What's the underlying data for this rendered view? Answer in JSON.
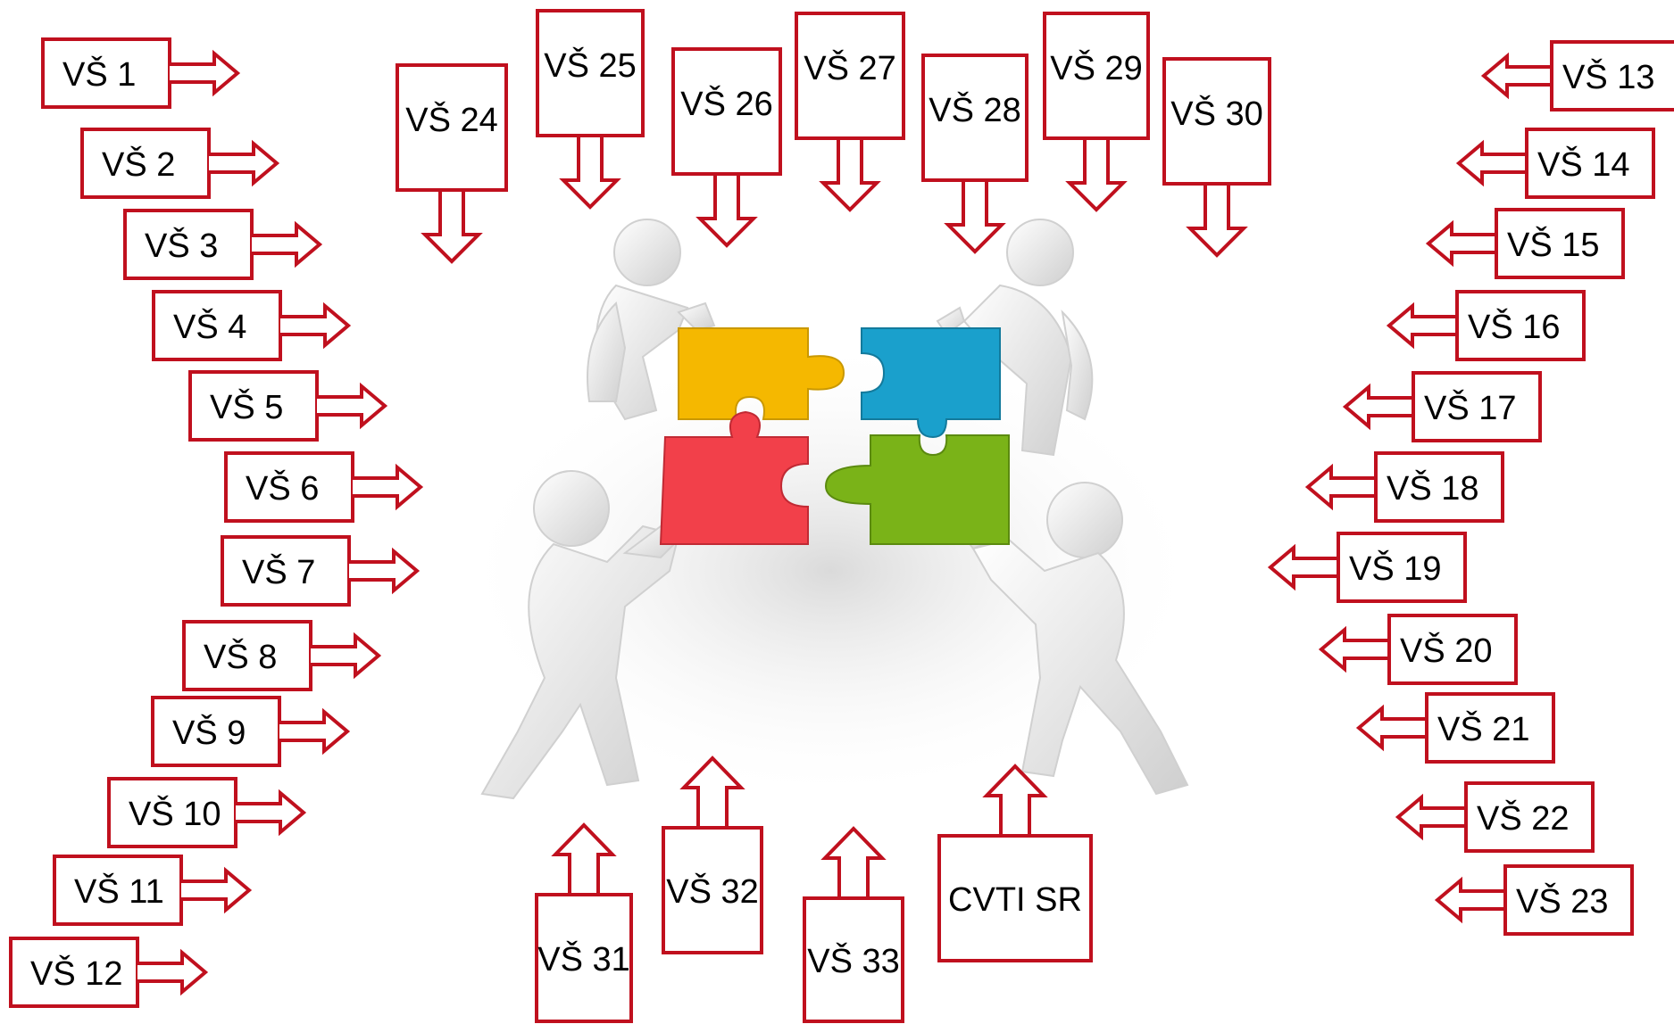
{
  "colors": {
    "arrow_stroke": "#c0101e",
    "box_fill": "#ffffff",
    "puzzle_yellow": "#f5b800",
    "puzzle_blue": "#1aa0cc",
    "puzzle_red": "#f2404a",
    "puzzle_green": "#7ab318",
    "figure": "#eeeeee"
  },
  "center_image": {
    "icon": "people-assembling-puzzle-icon"
  },
  "left_column": [
    "VŠ 1",
    "VŠ 2",
    "VŠ 3",
    "VŠ 4",
    "VŠ 5",
    "VŠ 6",
    "VŠ 7",
    "VŠ 8",
    "VŠ 9",
    "VŠ 10",
    "VŠ 11",
    "VŠ 12"
  ],
  "right_column": [
    "VŠ 13",
    "VŠ 14",
    "VŠ 15",
    "VŠ 16",
    "VŠ 17",
    "VŠ 18",
    "VŠ 19",
    "VŠ 20",
    "VŠ 21",
    "VŠ 22",
    "VŠ 23"
  ],
  "top_row": [
    "VŠ 24",
    "VŠ 25",
    "VŠ 26",
    "VŠ 27",
    "VŠ 28",
    "VŠ 29",
    "VŠ 30"
  ],
  "bottom_row": [
    "VŠ 31",
    "VŠ 32",
    "VŠ 33",
    "CVTI SR"
  ]
}
